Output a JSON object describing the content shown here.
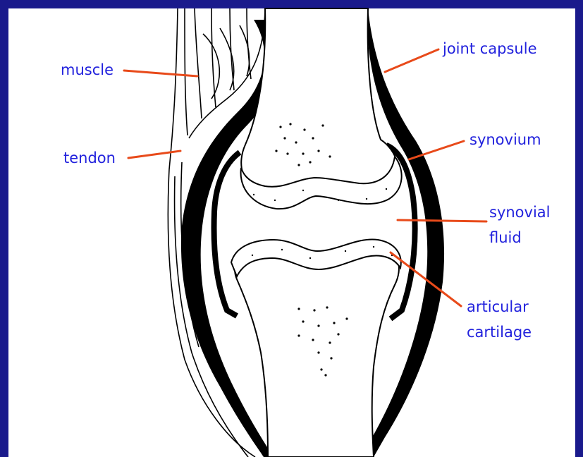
{
  "labels": {
    "muscle": "muscle",
    "tendon": "tendon",
    "joint_capsule": "joint capsule",
    "synovium": "synovium",
    "synovial_fluid": [
      "synovial",
      "fluid"
    ],
    "articular_cartilage": [
      "articular",
      "cartilage"
    ]
  },
  "colors": {
    "frame": "#1a1a8c",
    "label_text": "#2222dd",
    "leader_line": "#e84a1a",
    "outline": "#000000",
    "fill": "#ffffff"
  }
}
